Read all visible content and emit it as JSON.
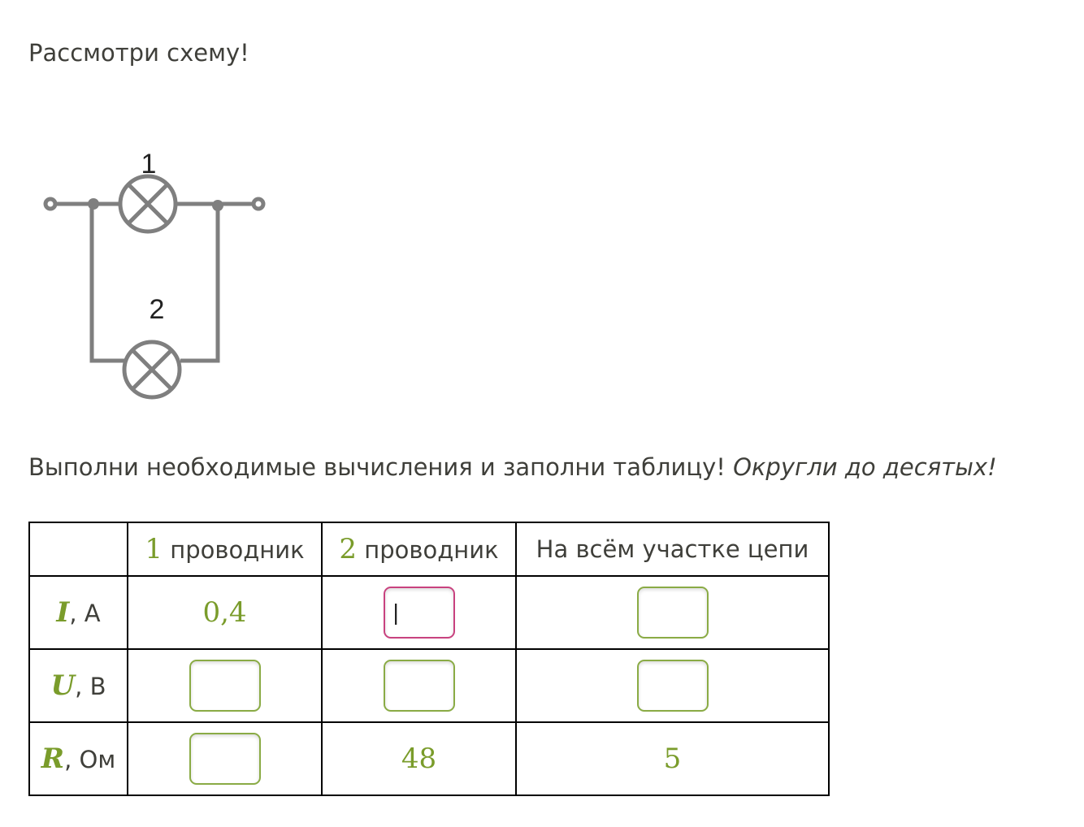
{
  "intro": "Рассмотри схему!",
  "diagram": {
    "label1": "1",
    "label2": "2"
  },
  "instruction": {
    "text": "Выполни необходимые вычисления и заполни таблицу!",
    "emphasis": "Округли до десятых!"
  },
  "table": {
    "headers": [
      {
        "num": "1",
        "text": "проводник"
      },
      {
        "num": "2",
        "text": "проводник"
      },
      {
        "text": "На всём участке цепи"
      }
    ],
    "rows": [
      {
        "symbol": "I",
        "unit": ", А",
        "values": [
          "0,4",
          "",
          ""
        ]
      },
      {
        "symbol": "U",
        "unit": ", В",
        "values": [
          "",
          "",
          ""
        ]
      },
      {
        "symbol": "R",
        "unit": ", Ом",
        "values": [
          "",
          "48",
          "5"
        ]
      }
    ]
  },
  "colors": {
    "accent": "#7a9c2b",
    "focus": "#c8427f"
  }
}
